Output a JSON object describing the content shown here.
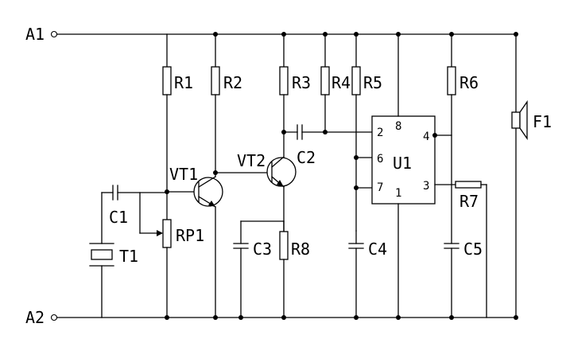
{
  "terminals": {
    "a1": "A1",
    "a2": "A2"
  },
  "components": {
    "r1": "R1",
    "r2": "R2",
    "r3": "R3",
    "r4": "R4",
    "r5": "R5",
    "r6": "R6",
    "r7": "R7",
    "r8": "R8",
    "c1": "C1",
    "c2": "C2",
    "c3": "C3",
    "c4": "C4",
    "c5": "C5",
    "vt1": "VT1",
    "vt2": "VT2",
    "rp1": "RP1",
    "t1": "T1",
    "u1": "U1",
    "f1": "F1"
  },
  "u1_pins": {
    "p1": "1",
    "p2": "2",
    "p3": "3",
    "p4": "4",
    "p6": "6",
    "p7": "7",
    "p8": "8"
  }
}
